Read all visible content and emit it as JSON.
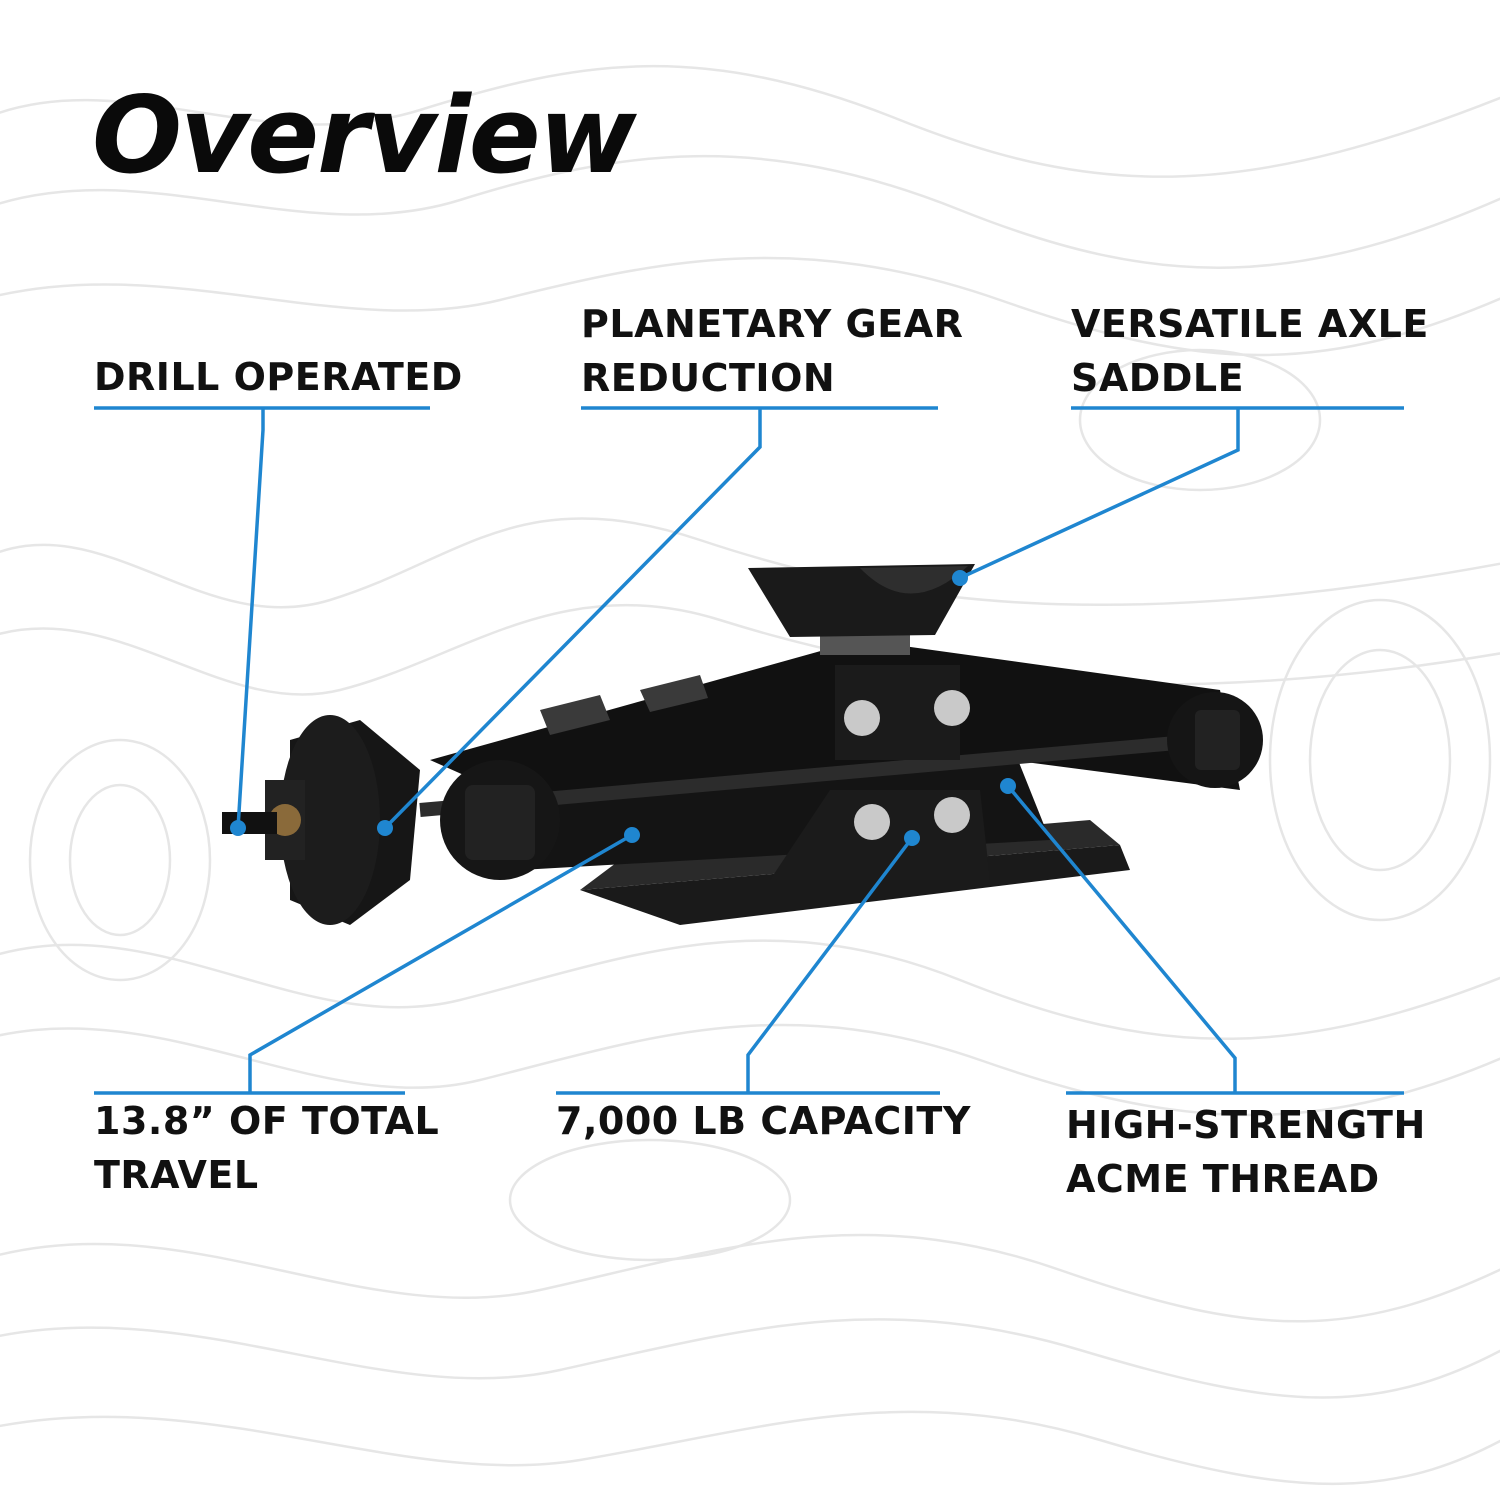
{
  "title": "Overview",
  "callouts": {
    "drill_operated": {
      "lines": [
        "DRILL OPERATED"
      ]
    },
    "planetary_gear": {
      "lines": [
        "PLANETARY GEAR",
        "REDUCTION"
      ]
    },
    "axle_saddle": {
      "lines": [
        "VERSATILE AXLE",
        "SADDLE"
      ]
    },
    "total_travel": {
      "lines": [
        "13.8” OF TOTAL",
        "TRAVEL"
      ]
    },
    "capacity": {
      "lines": [
        "7,000 LB CAPACITY"
      ]
    },
    "acme_thread": {
      "lines": [
        "HIGH-STRENGTH",
        "ACME THREAD"
      ]
    }
  },
  "colors": {
    "accent": "#1f86d0",
    "text": "#111111",
    "topo_lines": "#e6e6e6",
    "jack_body": "#141414"
  }
}
